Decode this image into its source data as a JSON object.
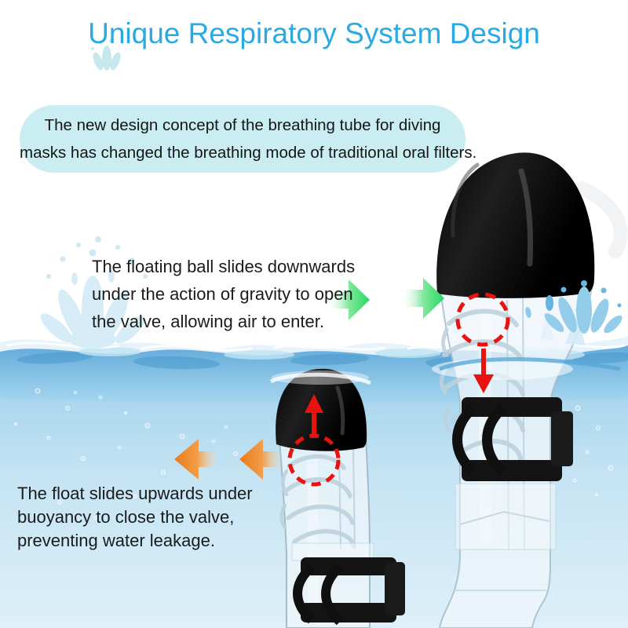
{
  "page_title": "Unique Respiratory System Design",
  "intro_card": {
    "lines": [
      "The new design concept of the breathing tube for diving",
      "masks has changed the breathing mode of traditional oral filters."
    ]
  },
  "annotations": {
    "gravity": {
      "lines": [
        "The floating ball slides downwards",
        "under the action of gravity to open",
        "the valve, allowing air to enter."
      ]
    },
    "buoyancy": {
      "lines": [
        "The float slides upwards under",
        "buoyancy to close the valve,",
        "preventing water leakage."
      ]
    }
  },
  "icons": {
    "green_arrows": "arrow-right-gradient",
    "orange_arrows": "arrow-left-gradient",
    "red_down_arrow": "arrow-down",
    "red_up_arrow": "arrow-up",
    "dashed_circles": "float-valve-highlight"
  },
  "colors": {
    "title_blue": "#2aa9e2",
    "intro_box_teal": "#c9edf0",
    "body_text": "#1b1b1b",
    "green_arrow": "#27d862",
    "orange_arrow": "#ec7b16",
    "red_indicator": "#e8120e",
    "water_surface_blue": "#63abd9",
    "underwater_blue": "#c4e3f3",
    "snorkel_top_black": "#0d0d0d"
  }
}
